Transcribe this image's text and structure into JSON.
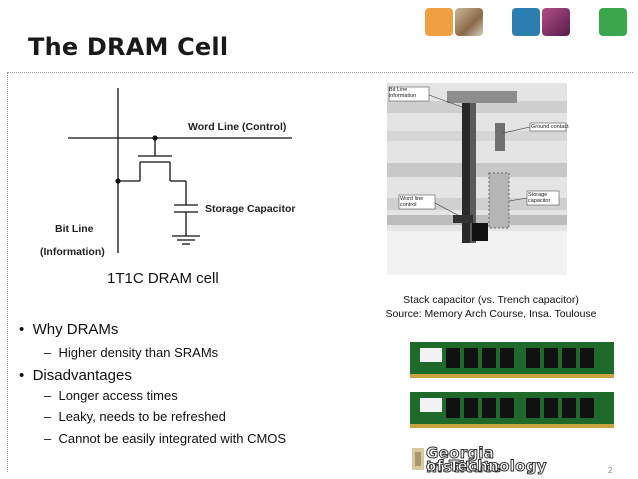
{
  "slide": {
    "title": "The DRAM Cell",
    "page_number": "2"
  },
  "circuit": {
    "word_line_label": "Word Line (Control)",
    "storage_capacitor_label": "Storage Capacitor",
    "bit_line_label": "Bit Line",
    "information_label": "(Information)",
    "caption": "1T1C DRAM cell"
  },
  "cross_section": {
    "bit_line_info": "Bit Line information",
    "ground_contact": "Ground contact",
    "word_line_control": "Word line control",
    "storage_capacitor": "Storage capacitor",
    "caption_line1": "Stack capacitor (vs. Trench capacitor)",
    "caption_line2": "Source: Memory Arch Course, Insa. Toulouse"
  },
  "bullets": [
    {
      "text": "Why DRAMs",
      "subs": [
        "Higher density than SRAMs"
      ]
    },
    {
      "text": "Disadvantages",
      "subs": [
        "Longer access times",
        "Leaky, needs to be refreshed",
        "Cannot be easily integrated with CMOS"
      ]
    }
  ],
  "logo": {
    "line1": "Georgia Institute",
    "line2": "of Technology"
  },
  "colors": {
    "tile_orange": "#f0a040",
    "tile_photo1": "#b08a60",
    "tile_blue": "#2a7fb0",
    "tile_purple": "#8a3a70",
    "tile_green": "#3aa84a",
    "ram_green": "#1f6a2a"
  }
}
